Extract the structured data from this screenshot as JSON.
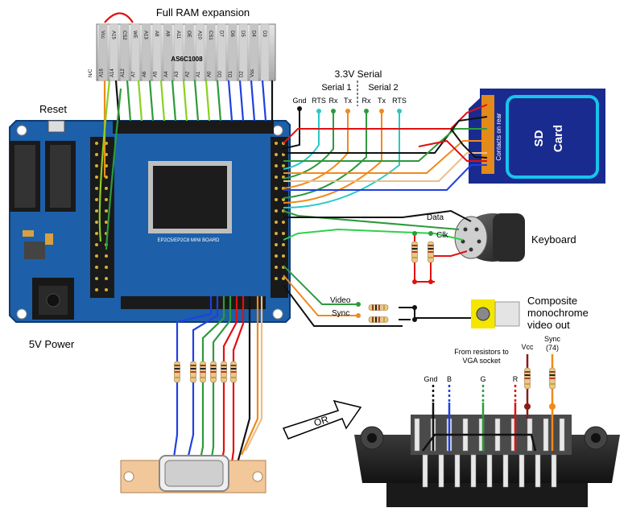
{
  "labels": {
    "ram_title": "Full RAM expansion",
    "ram_chip": "AS6C1008",
    "reset": "Reset",
    "power": "5V Power",
    "serial_title": "3.3V Serial",
    "serial1": "Serial 1",
    "serial2": "Serial 2",
    "gnd": "Gnd",
    "rts1": "RTS",
    "rx1": "Rx",
    "tx1": "Tx",
    "rx2": "Rx",
    "tx2": "Tx",
    "rts2": "RTS",
    "sd_line1": "SD",
    "sd_line2": "Card",
    "sd_contacts": "Contacts on rear",
    "data": "Data",
    "clk": "Clk",
    "keyboard": "Keyboard",
    "video": "Video",
    "sync": "Sync",
    "composite_1": "Composite",
    "composite_2": "monochrome",
    "composite_3": "video out",
    "board_name": "EP2C5/EP2C8 MINI BOARD",
    "or": "OR",
    "from_resistors_1": "From resistors to",
    "from_resistors_2": "VGA socket",
    "vga_gnd": "Gnd",
    "vga_b": "B",
    "vga_g": "G",
    "vga_r": "R",
    "vga_vcc": "Vcc",
    "vga_sync_1": "Sync",
    "vga_sync_2": "(74)"
  },
  "ram_pins_top": [
    "Vcc",
    "A15",
    "CS2",
    "WE",
    "A13",
    "A8",
    "A9",
    "A11",
    "OE",
    "A10",
    "CS1",
    "D7",
    "D6",
    "D5",
    "D4",
    "D3"
  ],
  "ram_pins_bottom": [
    "N/C",
    "A16",
    "A14",
    "A12",
    "A7",
    "A6",
    "A5",
    "A4",
    "A3",
    "A2",
    "A1",
    "A0",
    "D0",
    "D1",
    "D2",
    "Vss"
  ],
  "colors": {
    "board": "#1d5fa8",
    "sd_card": "#1a2b8f",
    "sd_border": "#18c3ee",
    "wire_red": "#e01010",
    "wire_green": "#2e9a3c",
    "wire_orange": "#f08a1c",
    "wire_blue": "#2040e0",
    "wire_cyan": "#28c8c8",
    "wire_lime": "#8ad020",
    "wire_black": "#111111"
  }
}
